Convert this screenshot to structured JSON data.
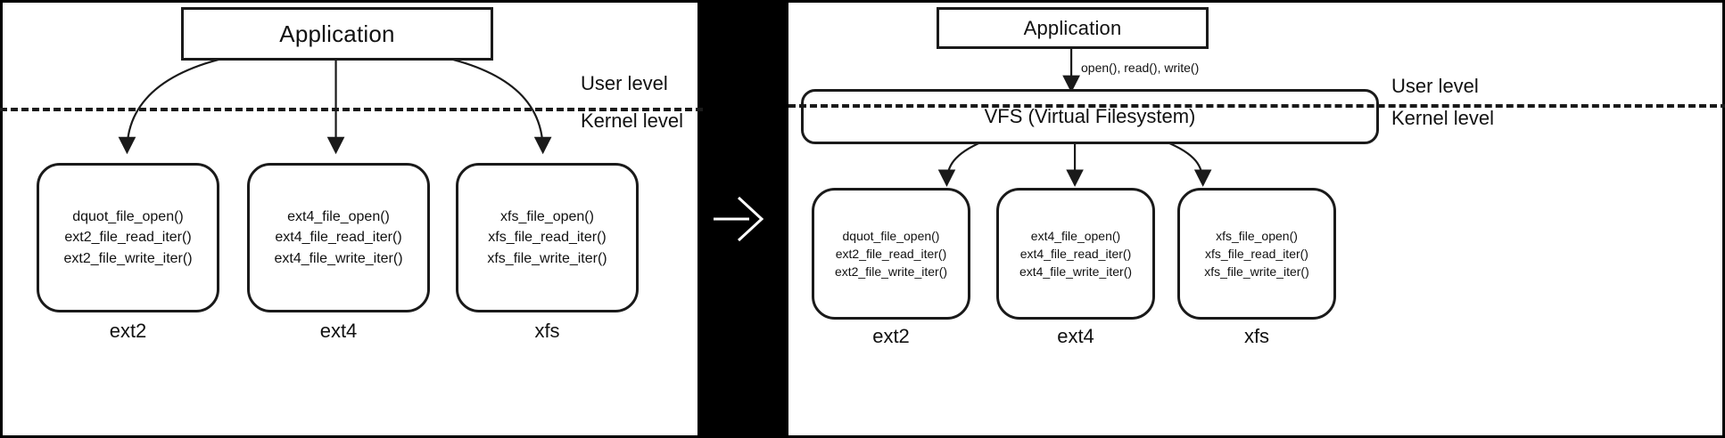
{
  "diagram": {
    "title_left": "Application",
    "title_right": "Application",
    "transition_icon": "right-arrow-icon",
    "levels": {
      "user": "User level",
      "kernel": "Kernel level"
    },
    "vfs": {
      "label": "VFS (Virtual Filesystem)",
      "syscalls": "open(), read(), write()"
    },
    "filesystems": [
      {
        "name": "ext2",
        "functions": [
          "dquot_file_open()",
          "ext2_file_read_iter()",
          "ext2_file_write_iter()"
        ]
      },
      {
        "name": "ext4",
        "functions": [
          "ext4_file_open()",
          "ext4_file_read_iter()",
          "ext4_file_write_iter()"
        ]
      },
      {
        "name": "xfs",
        "functions": [
          "xfs_file_open()",
          "xfs_file_read_iter()",
          "xfs_file_write_iter()"
        ]
      }
    ],
    "colors": {
      "stroke": "#1a1a1a",
      "background": "#ffffff",
      "gutter": "#000000"
    }
  }
}
